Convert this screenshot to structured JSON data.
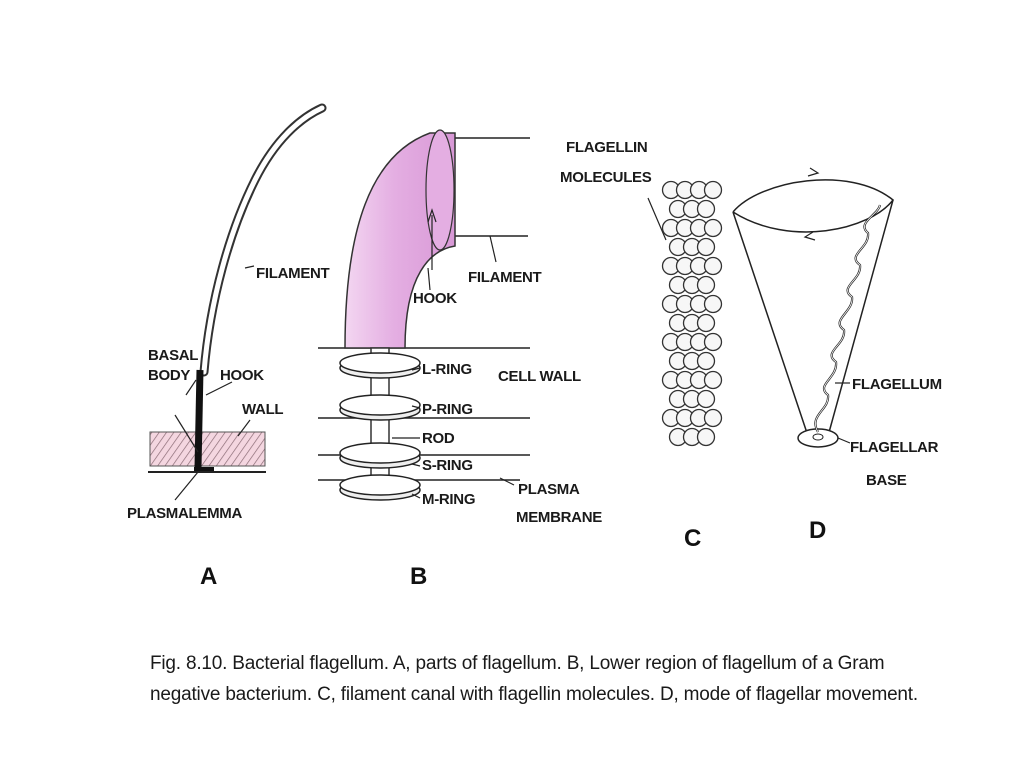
{
  "panels": {
    "a": {
      "letter": "A",
      "filament": "FILAMENT",
      "basal_body_1": "BASAL",
      "basal_body_2": "BODY",
      "hook": "HOOK",
      "wall": "WALL",
      "plasmalemma": "PLASMALEMMA"
    },
    "b": {
      "letter": "B",
      "filament": "FILAMENT",
      "hook": "HOOK",
      "cell_wall": "CELL WALL",
      "l_ring": "L-RING",
      "p_ring": "P-RING",
      "rod": "ROD",
      "s_ring": "S-RING",
      "m_ring": "M-RING",
      "plasma_membrane_1": "PLASMA",
      "plasma_membrane_2": "MEMBRANE",
      "hook_color": "#e8b5e6"
    },
    "c": {
      "letter": "C",
      "flagellin_1": "FLAGELLIN",
      "flagellin_2": "MOLECULES"
    },
    "d": {
      "letter": "D",
      "flagellum": "FLAGELLUM",
      "base_1": "FLAGELLAR",
      "base_2": "BASE"
    }
  },
  "caption": {
    "line1": "Fig. 8.10. Bacterial flagellum. A, parts of flagellum. B, Lower region of flagellum of a Gram",
    "line2": "negative bacterium. C, filament canal with flagellin molecules. D, mode of flagellar movement."
  }
}
